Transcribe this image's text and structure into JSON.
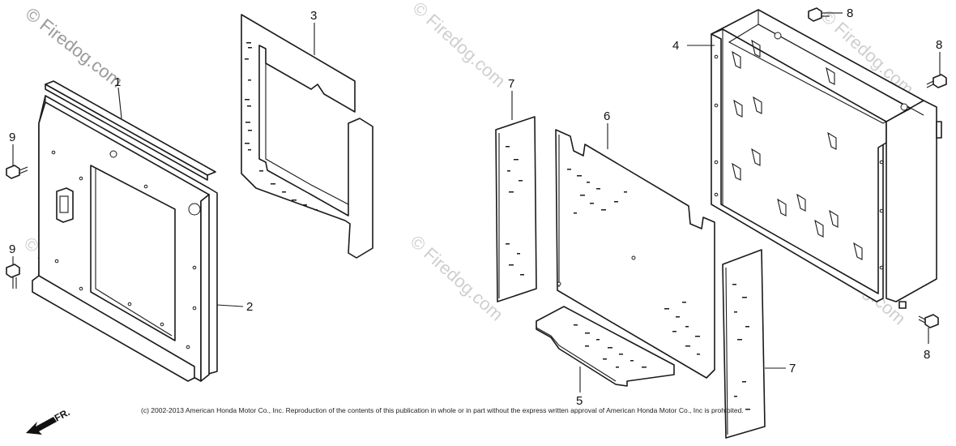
{
  "watermarks": {
    "top_left": "© Firedog.com",
    "top_center": "© Firedog.com",
    "top_right": "© Firedog.com",
    "mid_left": "© Firedog.com",
    "mid_center": "© Firedog.com",
    "mid_right": "© Firedog.com"
  },
  "callouts": {
    "c1": "1",
    "c2": "2",
    "c3": "3",
    "c4": "4",
    "c5": "5",
    "c6": "6",
    "c7a": "7",
    "c7b": "7",
    "c8a": "8",
    "c8b": "8",
    "c8c": "8",
    "c9a": "9",
    "c9b": "9"
  },
  "direction_label": "FR.",
  "copyright": "(c) 2002-2013 American Honda Motor Co., Inc. Reproduction of the contents of this publication in whole or in part without the express written approval of American Honda Motor Co., Inc is prohibited."
}
